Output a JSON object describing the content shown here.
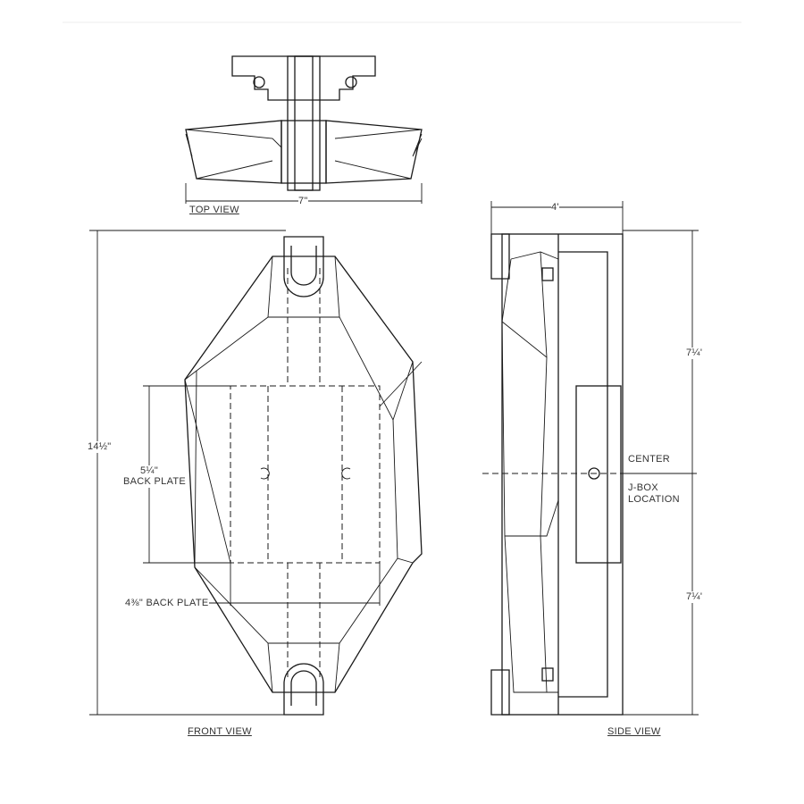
{
  "top_view": {
    "label": "TOP VIEW",
    "width_dim": "7\""
  },
  "front_view": {
    "label": "FRONT VIEW",
    "height_dim": "14½\"",
    "back_plate_height": "5¼\"",
    "back_plate_height_label": "BACK PLATE",
    "back_plate_width": "4⅜\" BACK PLATE"
  },
  "side_view": {
    "label": "SIDE VIEW",
    "depth_dim": "4'",
    "upper_dim": "7¼'",
    "lower_dim": "7¼'",
    "center_label": "CENTER",
    "jbox_label": "J-BOX LOCATION"
  }
}
